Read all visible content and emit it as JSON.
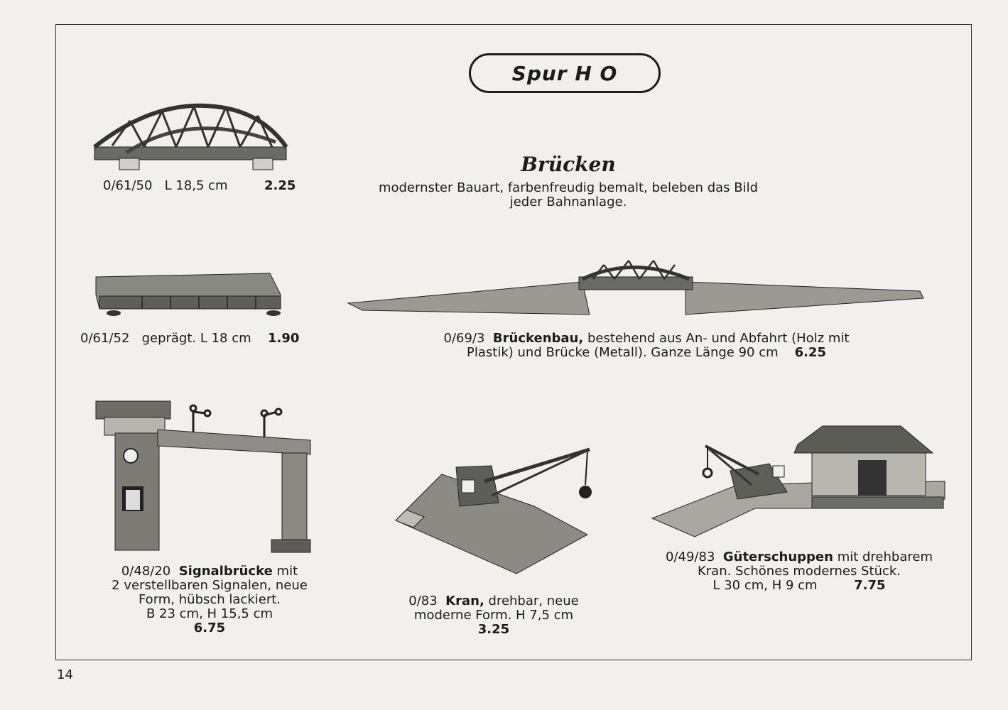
{
  "badge": "Spur H O",
  "heading": "Brücken",
  "intro": [
    "modernster Bauart, farbenfreudig bemalt, beleben das Bild",
    "jeder Bahnanlage."
  ],
  "page_number": "14",
  "products": {
    "p1": {
      "code": "0/61/50",
      "desc": "L 18,5 cm",
      "price": "2.25"
    },
    "p2": {
      "code": "0/61/52",
      "desc": "geprägt. L 18 cm",
      "price": "1.90"
    },
    "p3": {
      "code": "0/69/3",
      "name": "Brückenbau,",
      "line1": "bestehend aus An- und Abfahrt (Holz mit",
      "line2": "Plastik) und Brücke (Metall). Ganze Länge 90 cm",
      "price": "6.25"
    },
    "p4": {
      "code": "0/48/20",
      "name": "Signalbrücke",
      "line1": "mit",
      "line2": "2 verstellbaren Signalen, neue",
      "line3": "Form, hübsch lackiert.",
      "line4": "B 23 cm, H 15,5 cm",
      "price": "6.75"
    },
    "p5": {
      "code": "0/83",
      "name": "Kran,",
      "line1": "drehbar, neue",
      "line2": "moderne Form. H 7,5 cm",
      "price": "3.25"
    },
    "p6": {
      "code": "0/49/83",
      "name": "Güterschuppen",
      "line1": "mit drehbarem",
      "line2": "Kran. Schönes modernes Stück.",
      "line3": "L 30 cm, H 9 cm",
      "price": "7.75"
    }
  }
}
